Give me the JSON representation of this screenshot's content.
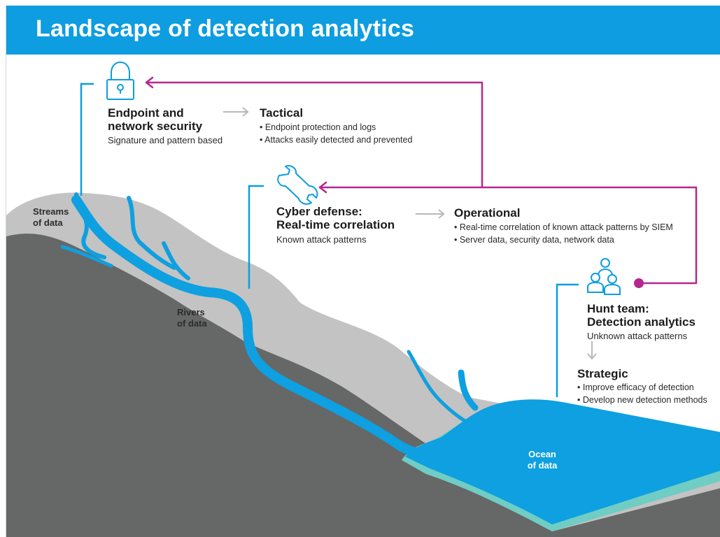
{
  "title": "Landscape of detection analytics",
  "colors": {
    "header": "#0d9de0",
    "water": "#0ea0e0",
    "link": "#b5278f",
    "hill_light": "#c3c3c3",
    "hill_dark": "#666767",
    "shore": "#6fcdc4"
  },
  "landmarks": {
    "streams": [
      "Streams",
      "of data"
    ],
    "rivers": [
      "Rivers",
      "of data"
    ],
    "ocean": [
      "Ocean",
      "of data"
    ]
  },
  "endpoint": {
    "icon": "padlock-icon",
    "title": [
      "Endpoint and",
      "network security"
    ],
    "subtitle": "Signature and pattern based",
    "level": "Tactical",
    "bullets": [
      "• Endpoint protection and logs",
      "• Attacks easily detected and prevented"
    ]
  },
  "cyber": {
    "icon": "wrench-icon",
    "title": [
      "Cyber defense:",
      "Real-time correlation"
    ],
    "subtitle": "Known attack patterns",
    "level": "Operational",
    "bullets": [
      "• Real-time correlation of known attack patterns by SIEM",
      "• Server data, security data, network data"
    ]
  },
  "hunt": {
    "icon": "team-icon",
    "title": [
      "Hunt team:",
      "Detection analytics"
    ],
    "subtitle": "Unknown attack patterns",
    "level": "Strategic",
    "bullets": [
      "• Improve efficacy of detection",
      "• Develop new detection methods"
    ]
  }
}
